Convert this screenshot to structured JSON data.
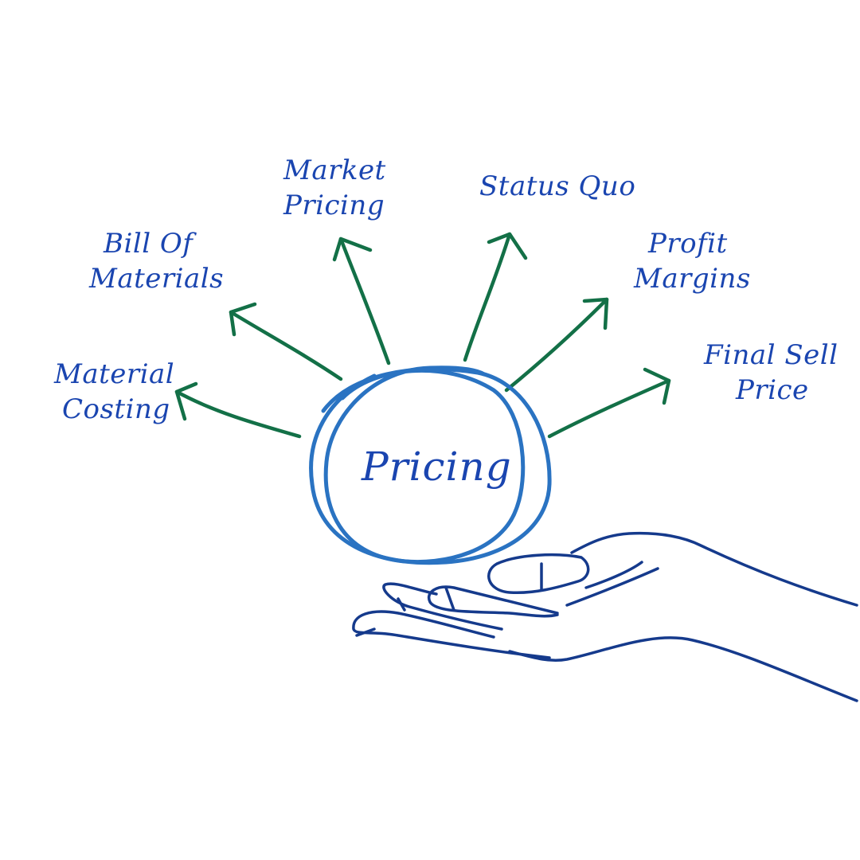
{
  "colors": {
    "text": "#1a45b0",
    "arrow": "#137047",
    "circle": "#2a73c2",
    "hand": "#153a8c",
    "background": "#ffffff"
  },
  "center": {
    "label": "Pricing"
  },
  "branches": [
    {
      "id": "material-costing",
      "lines": [
        "Material",
        "Costing"
      ]
    },
    {
      "id": "bill-of-materials",
      "lines": [
        "Bill Of",
        "Materials"
      ]
    },
    {
      "id": "market-pricing",
      "lines": [
        "Market",
        "Pricing"
      ]
    },
    {
      "id": "status-quo",
      "lines": [
        "Status Quo"
      ]
    },
    {
      "id": "profit-margins",
      "lines": [
        "Profit",
        "Margins"
      ]
    },
    {
      "id": "final-sell-price",
      "lines": [
        "Final Sell",
        "Price"
      ]
    }
  ],
  "icons": {
    "hand": "open-palm-hand-icon",
    "circle": "scribble-circle-icon",
    "arrow": "arrow-icon"
  }
}
